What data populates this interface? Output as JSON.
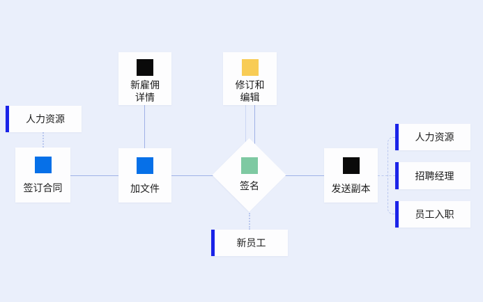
{
  "diagram": {
    "title": "employee-onboarding-flowchart",
    "nodes": {
      "hr_top": {
        "label": "人力资源"
      },
      "new_hire_details": {
        "line1": "新雇佣",
        "line2": "详情",
        "icon": "black-square-icon"
      },
      "revise_edit": {
        "line1": "修订和",
        "line2": "编辑",
        "icon": "yellow-square-icon"
      },
      "sign_contract": {
        "label": "签订合同",
        "icon": "blue-square-icon"
      },
      "add_file": {
        "label": "加文件",
        "icon": "blue-square-icon"
      },
      "signature": {
        "label": "签名",
        "icon": "green-square-icon"
      },
      "send_copy": {
        "label": "发送副本",
        "icon": "black-square-icon"
      },
      "hr_right": {
        "label": "人力资源"
      },
      "hiring_manager": {
        "label": "招聘经理"
      },
      "employee_onboarding": {
        "label": "员工入职"
      },
      "new_employee": {
        "label": "新员工"
      }
    },
    "colors": {
      "background": "#EAEFFB",
      "node_bg": "#FDFDFE",
      "accent_bar": "#1A23E8",
      "icon_blue": "#0670E8",
      "icon_yellow": "#F8CC55",
      "icon_green": "#7EC9A2",
      "icon_black": "#0A0A0A",
      "connector_solid": "#9FB1E6",
      "connector_light": "#CBD6F3",
      "connector_dashed": "#B9C7EE",
      "text": "#1B1B1B"
    }
  }
}
